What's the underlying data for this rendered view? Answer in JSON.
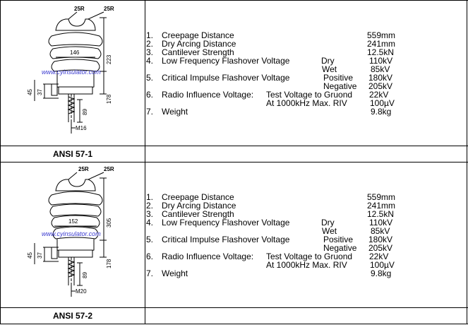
{
  "products": [
    {
      "caption": "ANSI 57-1",
      "drawing": {
        "watermark": "www.cyinsulator.com",
        "dim_top_left": "25R",
        "dim_top_right": "25R",
        "dim_shed_width": "146",
        "dim_height": "223",
        "dim_base_height": "178",
        "dim_side_a": "45",
        "dim_side_b": "37",
        "dim_stud": "89",
        "dim_thread": "M16"
      }
    },
    {
      "caption": "ANSI 57-2",
      "drawing": {
        "watermark": "www.cyinsulator.com",
        "dim_top_left": "25R",
        "dim_top_right": "25R",
        "dim_shed_width": "152",
        "dim_height": "305",
        "dim_base_height": "178",
        "dim_side_a": "45",
        "dim_side_b": "37",
        "dim_stud": "89",
        "dim_thread": "M20"
      }
    }
  ],
  "specs": [
    {
      "n1": "1.",
      "l1": "Creepage Distance",
      "v1": "559mm",
      "n2": "2.",
      "l2": "Dry Arcing Distance",
      "v2": "241mm",
      "n3": "3.",
      "l3": "Cantilever Strength",
      "v3": "12.5kN",
      "n4": "4.",
      "l4": "Low Frequency Flashover Voltage",
      "c4a": "Dry",
      "v4a": "110kV",
      "c4b": "Wet",
      "v4b": "85kV",
      "n5": "5.",
      "l5": "Critical Impulse Flashover Voltage",
      "c5a": "Positive",
      "v5a": "180kV",
      "c5b": "Negative",
      "v5b": "205kV",
      "n6": "6.",
      "l6": "Radio Influence Voltage:",
      "c6a": "Test Voltage to Gruond",
      "v6a": "22kV",
      "c6b": "At 1000kHz Max. RIV",
      "v6b": "100µV",
      "n7": "7.",
      "l7": "Weight",
      "v7": "9.8kg"
    },
    {
      "n1": "1.",
      "l1": "Creepage Distance",
      "v1": "559mm",
      "n2": "2.",
      "l2": "Dry Arcing Distance",
      "v2": "241mm",
      "n3": "3.",
      "l3": "Cantilever Strength",
      "v3": "12.5kN",
      "n4": "4.",
      "l4": "Low Frequency Flashover Voltage",
      "c4a": "Dry",
      "v4a": "110kV",
      "c4b": "Wet",
      "v4b": "85kV",
      "n5": "5.",
      "l5": "Critical Impulse Flashover Voltage",
      "c5a": "Positive",
      "v5a": "180kV",
      "c5b": "Negative",
      "v5b": "205kV",
      "n6": "6.",
      "l6": "Radio Influence Voltage:",
      "c6a": "Test Voltage to Gruond",
      "v6a": "22kV",
      "c6b": "At 1000kHz Max. RIV",
      "v6b": "100µV",
      "n7": "7.",
      "l7": "Weight",
      "v7": "9.8kg"
    }
  ]
}
